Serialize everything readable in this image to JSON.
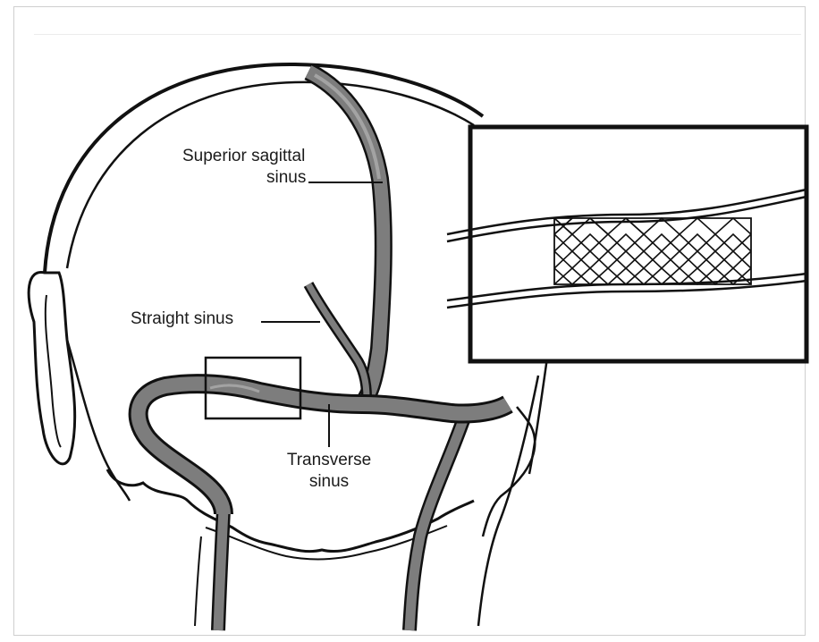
{
  "labels": {
    "superior_sagittal_line1": "Superior sagittal",
    "superior_sagittal_line2": "sinus",
    "straight_sinus": "Straight sinus",
    "transverse_line1": "Transverse",
    "transverse_line2": "sinus"
  },
  "colors": {
    "outline": "#111111",
    "vessel": "#7d7d7d",
    "vessel_highlight": "#a3a3a3",
    "background": "#ffffff"
  },
  "icons": {
    "stent": "mesh-stent-icon"
  }
}
